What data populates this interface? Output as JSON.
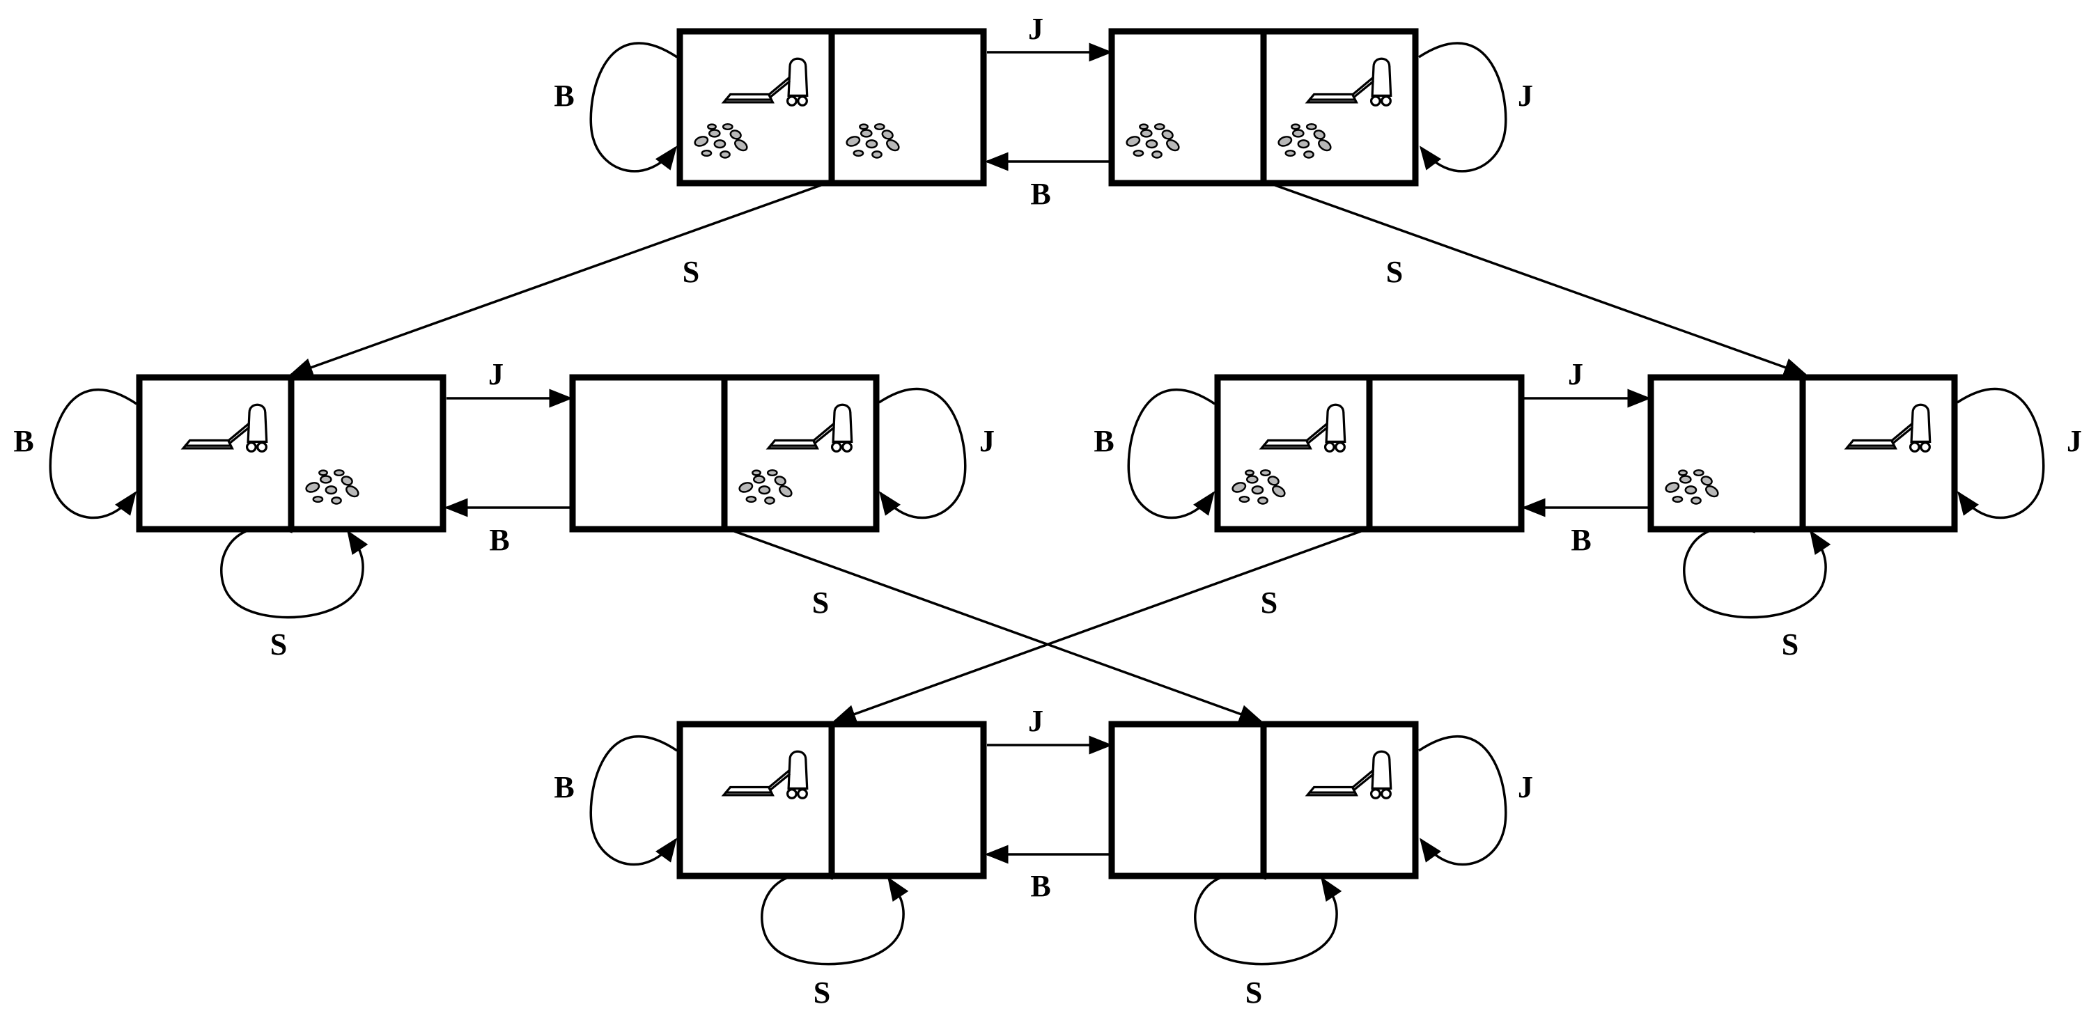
{
  "states": [
    {
      "id": "s1",
      "vacuum": "left",
      "dirt_left": true,
      "dirt_right": true
    },
    {
      "id": "s2",
      "vacuum": "right",
      "dirt_left": true,
      "dirt_right": true
    },
    {
      "id": "s3",
      "vacuum": "left",
      "dirt_left": false,
      "dirt_right": true
    },
    {
      "id": "s4",
      "vacuum": "right",
      "dirt_left": false,
      "dirt_right": true
    },
    {
      "id": "s5",
      "vacuum": "left",
      "dirt_left": true,
      "dirt_right": false
    },
    {
      "id": "s6",
      "vacuum": "right",
      "dirt_left": true,
      "dirt_right": false
    },
    {
      "id": "s7",
      "vacuum": "left",
      "dirt_left": false,
      "dirt_right": false
    },
    {
      "id": "s8",
      "vacuum": "right",
      "dirt_left": false,
      "dirt_right": false
    }
  ],
  "actions": {
    "right": "J",
    "left": "B",
    "suck": "S"
  },
  "transitions": [
    {
      "from": "s1",
      "to": "s2",
      "action": "J"
    },
    {
      "from": "s2",
      "to": "s1",
      "action": "B"
    },
    {
      "from": "s1",
      "to": "s1",
      "action": "B"
    },
    {
      "from": "s2",
      "to": "s2",
      "action": "J"
    },
    {
      "from": "s1",
      "to": "s3",
      "action": "S"
    },
    {
      "from": "s2",
      "to": "s6",
      "action": "S"
    },
    {
      "from": "s3",
      "to": "s4",
      "action": "J"
    },
    {
      "from": "s4",
      "to": "s3",
      "action": "B"
    },
    {
      "from": "s3",
      "to": "s3",
      "action": "B"
    },
    {
      "from": "s3",
      "to": "s3",
      "action": "S"
    },
    {
      "from": "s4",
      "to": "s4",
      "action": "J"
    },
    {
      "from": "s4",
      "to": "s8",
      "action": "S"
    },
    {
      "from": "s5",
      "to": "s6",
      "action": "J"
    },
    {
      "from": "s6",
      "to": "s5",
      "action": "B"
    },
    {
      "from": "s5",
      "to": "s5",
      "action": "B"
    },
    {
      "from": "s5",
      "to": "s7",
      "action": "S"
    },
    {
      "from": "s6",
      "to": "s6",
      "action": "J"
    },
    {
      "from": "s6",
      "to": "s6",
      "action": "S"
    },
    {
      "from": "s7",
      "to": "s8",
      "action": "J"
    },
    {
      "from": "s8",
      "to": "s7",
      "action": "B"
    },
    {
      "from": "s7",
      "to": "s7",
      "action": "B"
    },
    {
      "from": "s7",
      "to": "s7",
      "action": "S"
    },
    {
      "from": "s8",
      "to": "s8",
      "action": "J"
    },
    {
      "from": "s8",
      "to": "s8",
      "action": "S"
    }
  ],
  "colors": {
    "stroke": "#000000",
    "dirt_fill": "#b8b8b8",
    "background": "#ffffff"
  }
}
